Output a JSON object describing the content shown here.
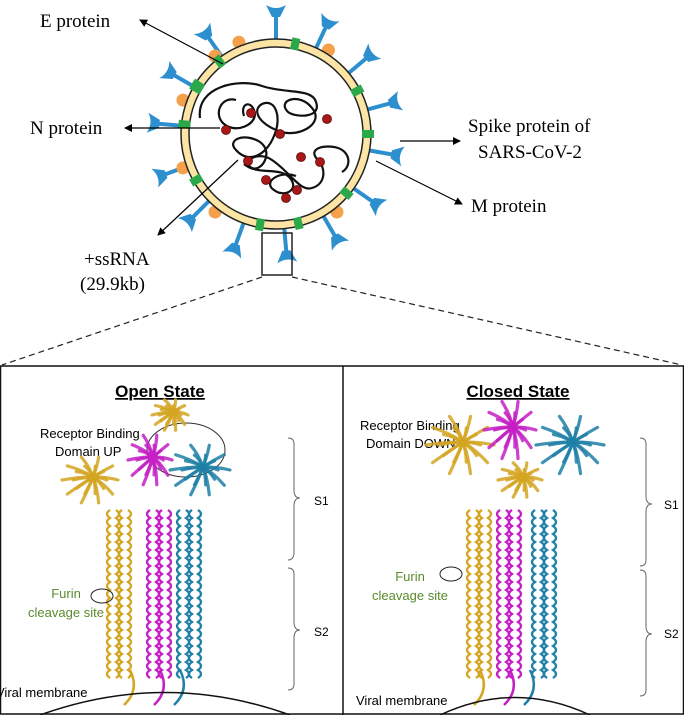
{
  "virus": {
    "labels": {
      "e_protein": "E protein",
      "n_protein": "N protein",
      "spike_line1": "Spike protein of",
      "spike_line2": "SARS-CoV-2",
      "m_protein": "M protein",
      "rna_line1": "+ssRNA",
      "rna_line2": "(29.9kb)"
    }
  },
  "open_state": {
    "title": "Open State",
    "rbd_line1": "Receptor Binding",
    "rbd_line2": "Domain UP",
    "s1": "S1",
    "s2": "S2",
    "furin_line1": "Furin",
    "furin_line2": "cleavage site",
    "membrane": "Viral membrane"
  },
  "closed_state": {
    "title": "Closed State",
    "rbd_line1": "Receptor Binding",
    "rbd_line2": "Domain DOWN",
    "s1": "S1",
    "s2": "S2",
    "furin_line1": "Furin",
    "furin_line2": "cleavage site",
    "membrane": "Viral membrane"
  },
  "colors": {
    "envelope": "#fbe4a4",
    "spike": "#2e8fcf",
    "m_protein": "#2aa84a",
    "e_protein": "#f5a04a",
    "n_protein": "#a81818",
    "chain_gold": "#d4a521",
    "chain_magenta": "#c41ec4",
    "chain_teal": "#1f7fa6",
    "furin_text": "#5a8a2c"
  }
}
